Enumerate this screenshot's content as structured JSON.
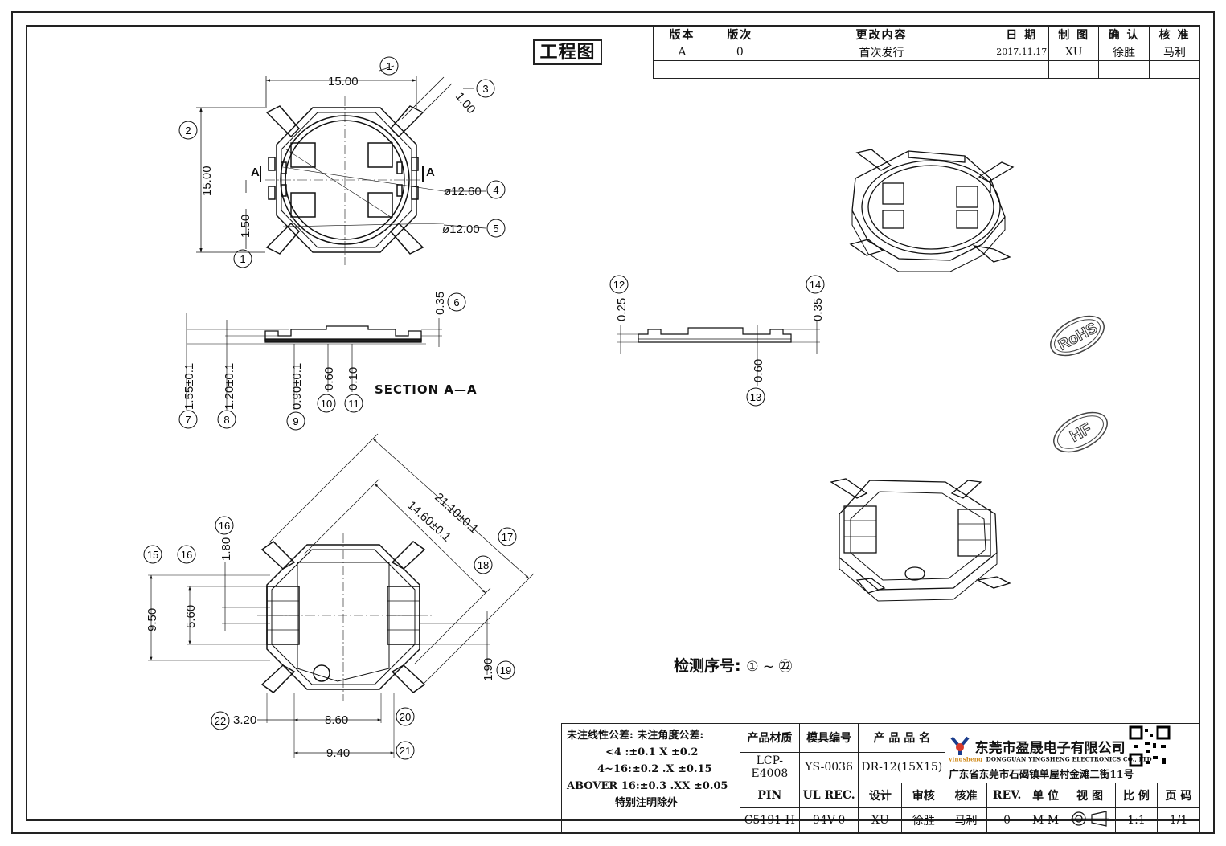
{
  "title": "工程图",
  "revision_table": {
    "headers": [
      "版本",
      "版次",
      "更改内容",
      "日 期",
      "制 图",
      "确 认",
      "核 准"
    ],
    "row": [
      "A",
      "0",
      "首次发行",
      "2017.11.17",
      "XU",
      "徐胜",
      "马利"
    ]
  },
  "section_label": "SECTION A—A",
  "inspection_note": "检测序号:",
  "inspection_range": "① ~ ㉒",
  "stamps": [
    "RoHS",
    "HF"
  ],
  "top_view_dims": {
    "d_15_00_h": "15.00",
    "d_15_00_v": "15.00",
    "d_1_00": "1.00",
    "d_1_50": "1.50",
    "d_12_60": "ø12.60",
    "d_12_00": "ø12.00",
    "a_left": "A",
    "a_right": "A",
    "b1": "1",
    "b2": "2",
    "b3": "3",
    "b4": "4",
    "b5": "5",
    "b1b": "1"
  },
  "section_dims": {
    "d_0_35": "0.35",
    "d_1_55": "1.55±0.1",
    "d_1_20": "1.20±0.1",
    "d_0_90": "0.90±0.1",
    "d_0_60": "0.60",
    "d_0_10": "0.10",
    "b6": "6",
    "b7": "7",
    "b8": "8",
    "b9": "9",
    "b10": "10",
    "b11": "11"
  },
  "side_dims": {
    "d_0_25": "0.25",
    "d_0_35": "0.35",
    "d_0_60": "0.60",
    "b12": "12",
    "b13": "13",
    "b14": "14"
  },
  "bottom_dims": {
    "d_21_10": "21.10±0.1",
    "d_14_60": "14.60±0.1",
    "d_1_80": "1.80",
    "d_9_50": "9.50",
    "d_5_60": "5.60",
    "d_1_90": "1.90",
    "d_3_20": "3.20",
    "d_8_60": "8.60",
    "d_9_40": "9.40",
    "b15": "15",
    "b16": "16",
    "b16b": "16",
    "b17": "17",
    "b18": "18",
    "b19": "19",
    "b20": "20",
    "b21": "21",
    "b22": "22"
  },
  "title_block": {
    "tolerance": {
      "line1": "未注线性公差:   未注角度公差:",
      "line2": "<4 :±0.1   X ±0.2",
      "line3": "4~16:±0.2  .X ±0.15",
      "line4": "ABOVER 16:±0.3  .XX ±0.05",
      "line5": "特别注明除外"
    },
    "h_material": "产品材质",
    "h_mold": "模具编号",
    "h_product": "产 品 品 名",
    "material": "LCP-E4008",
    "mold": "YS-0036",
    "product": "DR-12(15X15)",
    "h_pin": "PIN",
    "h_ul": "UL REC.",
    "h_design": "设计",
    "h_review": "审核",
    "h_approve": "核准",
    "h_rev": "REV.",
    "h_unit": "单 位",
    "h_view": "视 图",
    "h_scale": "比 例",
    "h_page": "页 码",
    "pin": "C5191-H",
    "ul": "94V-0",
    "design": "XU",
    "review": "徐胜",
    "approve": "马利",
    "rev": "0",
    "unit": "M M",
    "scale": "1:1",
    "page": "1/1"
  },
  "company": {
    "name_cn": "东莞市盈晟电子有限公司",
    "logo_text": "yingsheng",
    "name_en": "DONGGUAN YINGSHENG ELECTRONICS CO., LTD",
    "address": "广东省东莞市石碣镇单屋村金滩二街11号"
  }
}
